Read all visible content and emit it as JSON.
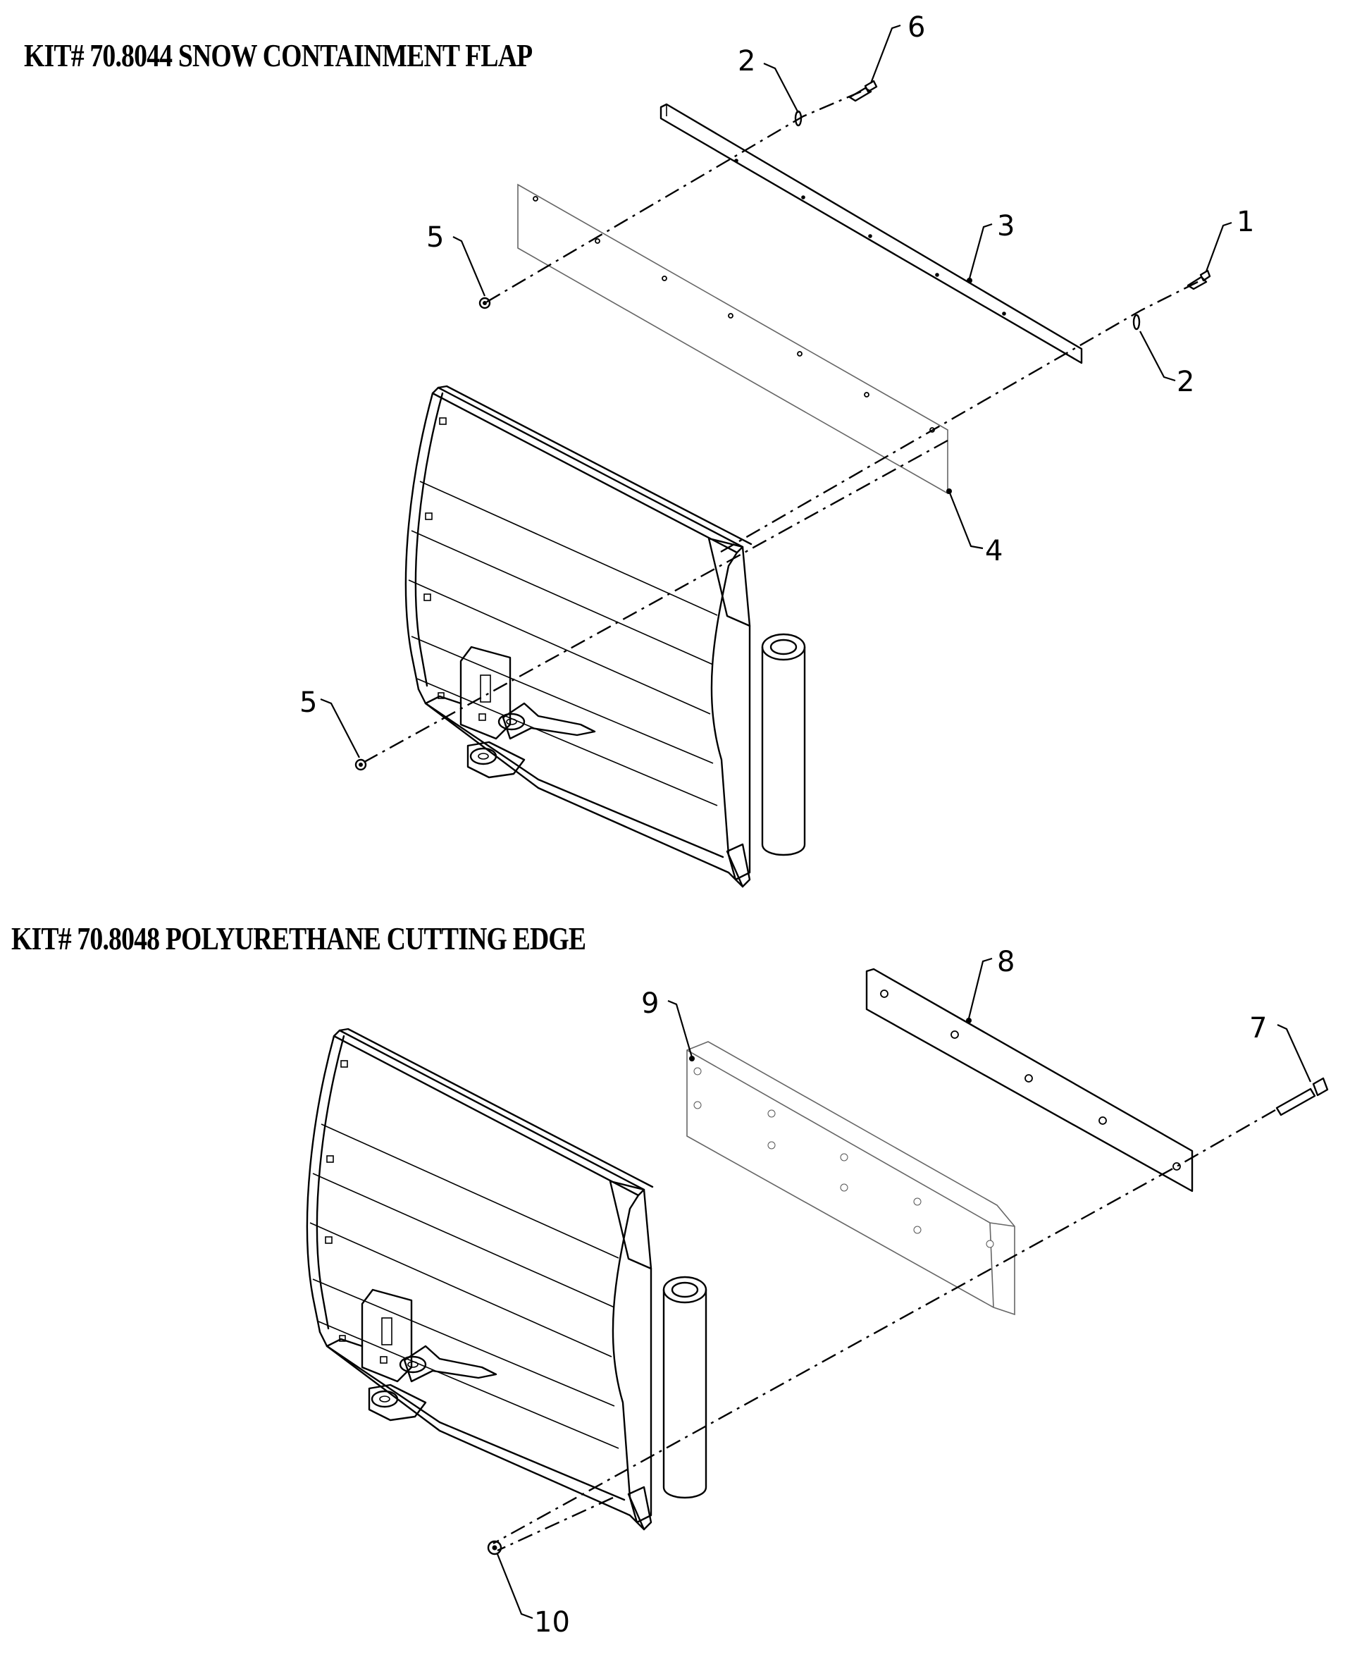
{
  "kits": [
    {
      "title": "KIT# 70.8044 SNOW CONTAINMENT FLAP"
    },
    {
      "title": "KIT# 70.8048 POLYURETHANE CUTTING EDGE"
    }
  ],
  "callouts": {
    "c1": "1",
    "c2a": "2",
    "c2b": "2",
    "c3": "3",
    "c4": "4",
    "c5a": "5",
    "c5b": "5",
    "c6": "6",
    "c7": "7",
    "c8": "8",
    "c9": "9",
    "c10": "10"
  }
}
